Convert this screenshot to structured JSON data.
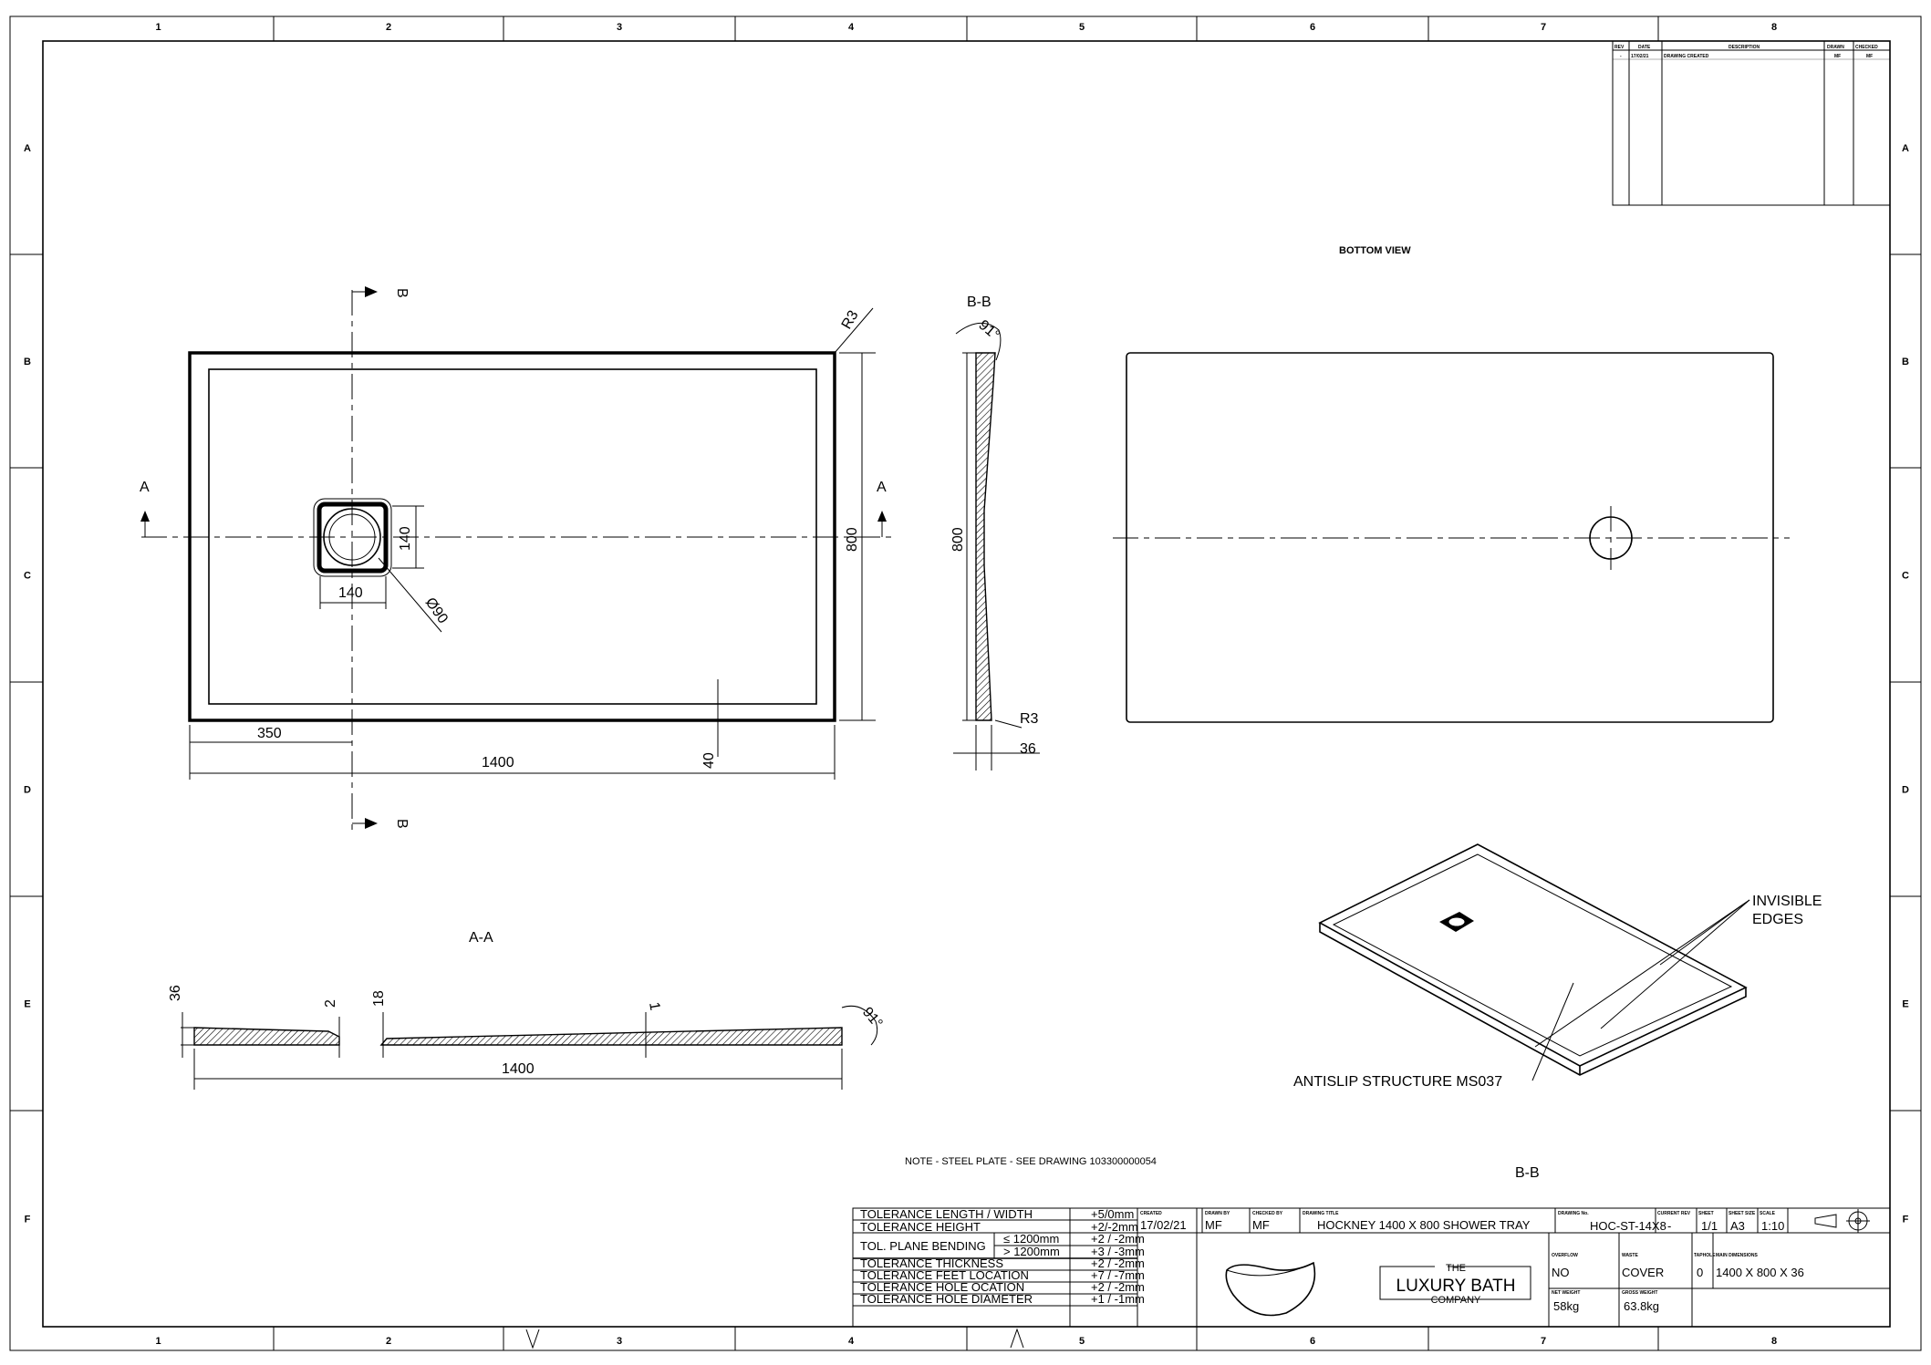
{
  "frame": {
    "columns": [
      "1",
      "2",
      "3",
      "4",
      "5",
      "6",
      "7",
      "8"
    ],
    "rows": [
      "A",
      "B",
      "C",
      "D",
      "E",
      "F"
    ]
  },
  "revision_table": {
    "headers": [
      "REV",
      "DATE",
      "DESCRIPTION",
      "DRAWN",
      "CHECKED"
    ],
    "rows": [
      {
        "rev": "-",
        "date": "17/02/21",
        "description": "DRAWING CREATED",
        "drawn": "MF",
        "checked": "MF"
      }
    ]
  },
  "views": {
    "plan": {
      "section_a": "A",
      "section_b": "B",
      "dim_width": "1400",
      "dim_offset": "350",
      "dim_height": "800",
      "dim_drain_h": "140",
      "dim_drain_w": "140",
      "dim_drain_dia": "Ø90",
      "dim_rim": "40",
      "radius": "R3"
    },
    "section_bb": {
      "title": "B-B",
      "angle": "91°",
      "dim_height": "800",
      "radius": "R3",
      "dim_thickness": "36"
    },
    "bottom_view": {
      "title": "BOTTOM VIEW"
    },
    "section_aa": {
      "title": "A-A",
      "dim_thickness": "36",
      "dim_step": "2",
      "dim_mid": "18",
      "dim_slope": "1",
      "angle": "91°",
      "dim_length": "1400"
    },
    "iso": {
      "invisible_edges_1": "INVISIBLE",
      "invisible_edges_2": "EDGES",
      "antislip": "ANTISLIP STRUCTURE MS037"
    },
    "note": "NOTE - STEEL PLATE - SEE DRAWING 103300000054",
    "detail_label": "B-B"
  },
  "tolerances": [
    {
      "label": "TOLERANCE LENGTH / WIDTH",
      "value": "+5/0mm"
    },
    {
      "label": "TOLERANCE HEIGHT",
      "value": "+2/-2mm"
    },
    {
      "label": "TOL. PLANE BENDING",
      "sub": [
        "≤  1200mm",
        ">  1200mm"
      ],
      "values": [
        "+2 / -2mm",
        "+3 / -3mm"
      ]
    },
    {
      "label": "TOLERANCE THICKNESS",
      "value": "+2 / -2mm"
    },
    {
      "label": "TOLERANCE FEET LOCATION",
      "value": "+7 / -7mm"
    },
    {
      "label": "TOLERANCE HOLE OCATION",
      "value": "+2 / -2mm"
    },
    {
      "label": "TOLERANCE HOLE DIAMETER",
      "value": "+1 / -1mm"
    }
  ],
  "title_block": {
    "created_label": "CREATED",
    "created": "17/02/21",
    "drawn_label": "DRAWN BY",
    "drawn": "MF",
    "checked_label": "CHECKED BY",
    "checked": "MF",
    "title_label": "DRAWING TITLE",
    "title": "HOCKNEY 1400 X 800 SHOWER TRAY",
    "number_label": "DRAWING No.",
    "number": "HOC-ST-14X8",
    "rev_label": "CURRENT REV",
    "rev": "-",
    "sheet_label": "SHEET",
    "sheet": "1/1",
    "size_label": "SHEET SIZE",
    "size": "A3",
    "scale_label": "SCALE",
    "scale": "1:10",
    "overflow_label": "OVERFLOW",
    "overflow": "NO",
    "waste_label": "WASTE",
    "waste": "COVER",
    "taphole_label": "TAPHOLE",
    "taphole": "0",
    "dims_label": "MAIN DIMENSIONS",
    "dims": "1400 X 800 X 36",
    "net_label": "NET WEIGHT",
    "net": "58kg",
    "gross_label": "GROSS WEIGHT",
    "gross": "63.8kg",
    "logo_top": "THE",
    "logo_main": "LUXURY BATH",
    "logo_bottom": "COMPANY"
  }
}
